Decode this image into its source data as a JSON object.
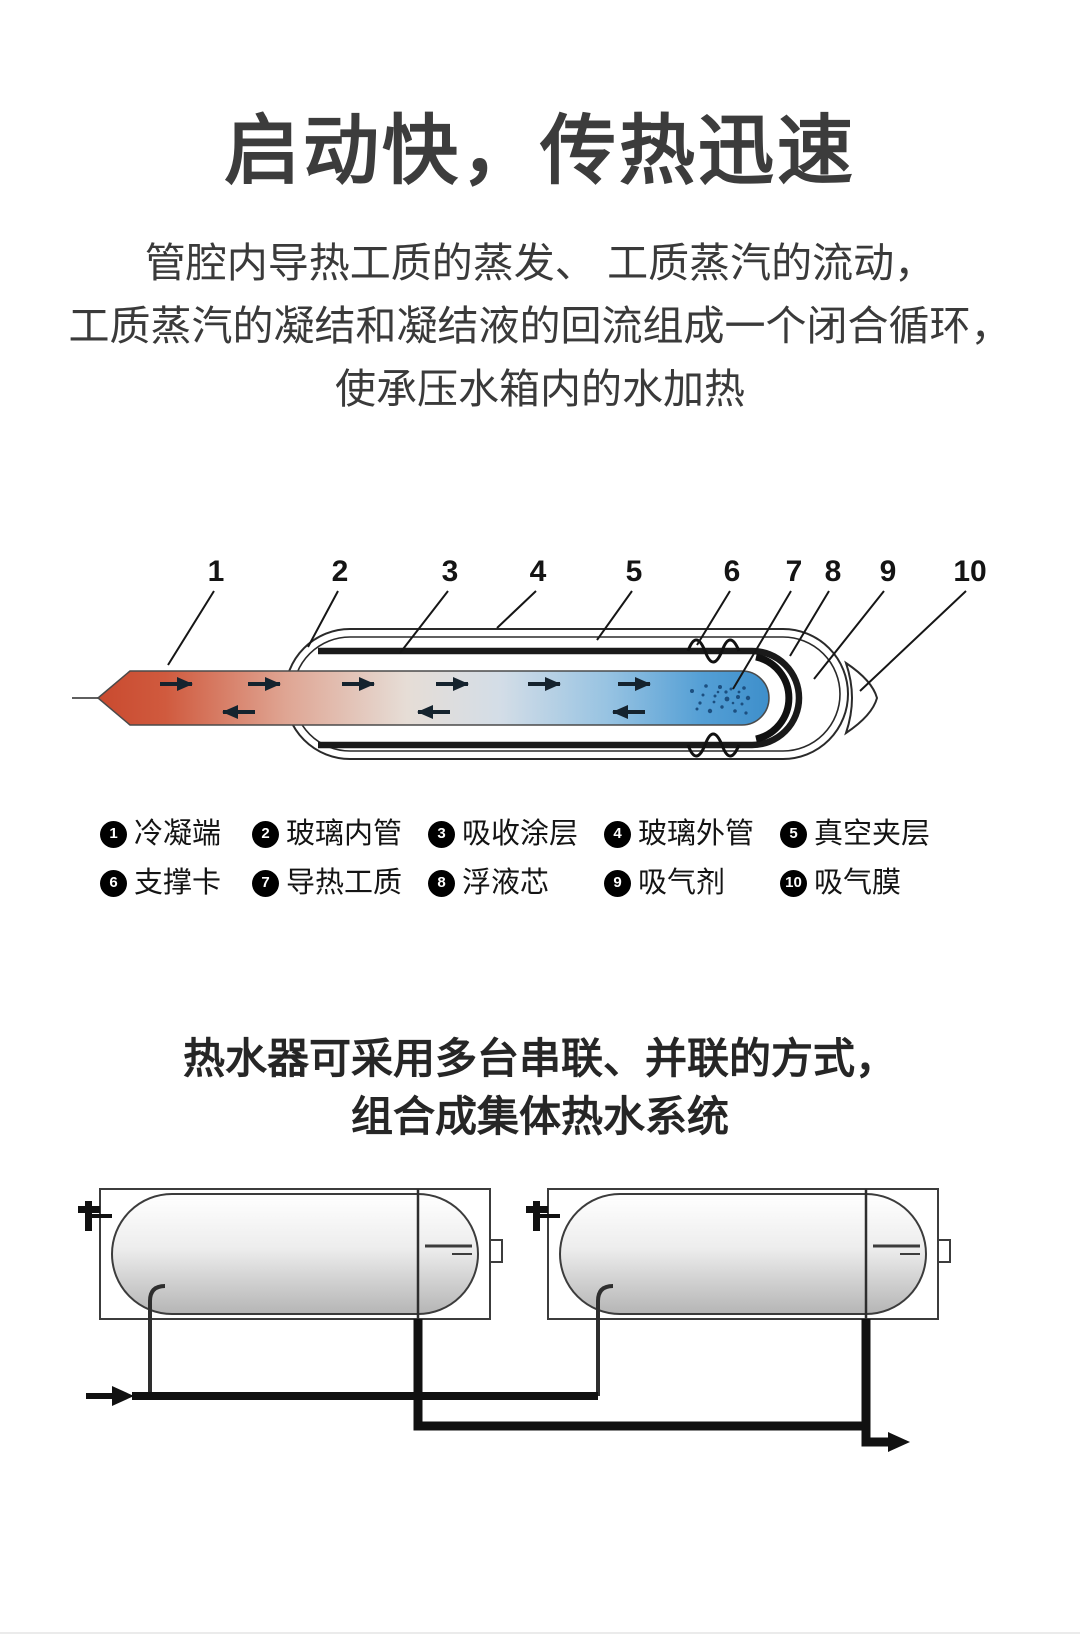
{
  "hero": {
    "title": "启动快，传热迅速",
    "intro_lines": [
      "管腔内导热工质的蒸发、 工质蒸汽的流动，",
      "工质蒸汽的凝结和凝结液的回流组成一个闭合循环，",
      "使承压水箱内的水加热"
    ]
  },
  "tube_diagram": {
    "callouts": [
      "1",
      "2",
      "3",
      "4",
      "5",
      "6",
      "7",
      "8",
      "9",
      "10"
    ],
    "legend": [
      {
        "num": "1",
        "label": "冷凝端"
      },
      {
        "num": "2",
        "label": "玻璃内管"
      },
      {
        "num": "3",
        "label": "吸收涂层"
      },
      {
        "num": "4",
        "label": "玻璃外管"
      },
      {
        "num": "5",
        "label": "真空夹层"
      },
      {
        "num": "6",
        "label": "支撑卡"
      },
      {
        "num": "7",
        "label": "导热工质"
      },
      {
        "num": "8",
        "label": "浮液芯"
      },
      {
        "num": "9",
        "label": "吸气剂"
      },
      {
        "num": "10",
        "label": "吸气膜"
      }
    ],
    "colors": {
      "hot_end": "#c94a2f",
      "cold_end": "#3e8fcb",
      "outline": "#1a1a1a"
    }
  },
  "system_section": {
    "title_lines": [
      "热水器可采用多台串联、并联的方式，",
      "组合成集体热水系统"
    ]
  }
}
